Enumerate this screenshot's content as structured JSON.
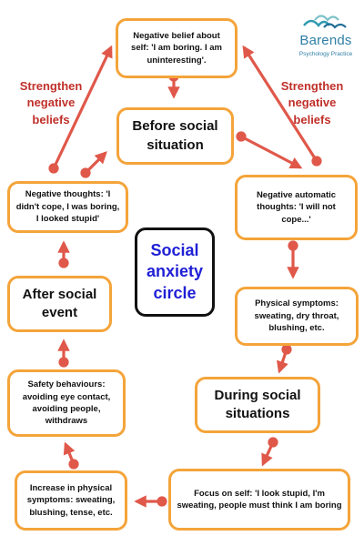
{
  "diagram": {
    "center": "Social anxiety circle",
    "nodes": [
      {
        "id": "negative_belief",
        "text": "Negative belief about self: 'I am boring. I am uninteresting'."
      },
      {
        "id": "before",
        "text": "Before social situation"
      },
      {
        "id": "negative_auto",
        "text": "Negative automatic thoughts: 'I will not cope...'"
      },
      {
        "id": "physical",
        "text": "Physical symptoms: sweating, dry throat, blushing, etc."
      },
      {
        "id": "during",
        "text": "During social situations"
      },
      {
        "id": "focus_self",
        "text": "Focus on self: 'I look stupid, I'm sweating, people must think I am boring"
      },
      {
        "id": "increase_physical",
        "text": "Increase in physical symptoms: sweating, blushing, tense, etc."
      },
      {
        "id": "safety",
        "text": "Safety behaviours: avoiding eye contact, avoiding people, withdraws"
      },
      {
        "id": "after",
        "text": "After social event"
      },
      {
        "id": "negative_thoughts",
        "text": "Negative thoughts: 'I didn't cope, I was boring, I looked stupid'"
      }
    ],
    "side_labels": {
      "left": "Strengthen negative beliefs",
      "right": "Strengthen negative beliefs"
    },
    "edges": [
      [
        "negative_belief",
        "before"
      ],
      [
        "before",
        "negative_auto"
      ],
      [
        "negative_auto",
        "physical"
      ],
      [
        "physical",
        "during"
      ],
      [
        "during",
        "focus_self"
      ],
      [
        "focus_self",
        "increase_physical"
      ],
      [
        "increase_physical",
        "safety"
      ],
      [
        "safety",
        "after"
      ],
      [
        "after",
        "negative_thoughts"
      ],
      [
        "negative_thoughts",
        "before"
      ],
      [
        "negative_thoughts",
        "negative_belief"
      ],
      [
        "negative_auto",
        "negative_belief"
      ]
    ]
  },
  "logo": {
    "name": "Barends",
    "subtitle": "Psychology Practice"
  },
  "colors": {
    "box_border": "#f4a43a",
    "arrow": "#e0584a",
    "label_red": "#c0302a",
    "center_text": "#1f1fd6",
    "logo": "#2f7fa6"
  }
}
